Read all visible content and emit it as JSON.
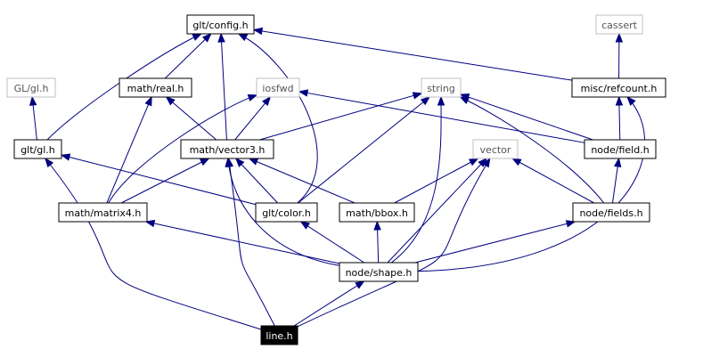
{
  "colors": {
    "edge": "#000080",
    "node_border": "#000000",
    "external_border": "#bfbfbf",
    "focus_fill": "#000000",
    "focus_text": "#ffffff"
  },
  "nodes": {
    "glt_config": {
      "label": "glt/config.h",
      "kind": "file"
    },
    "cassert": {
      "label": "cassert",
      "kind": "external"
    },
    "gl_gl": {
      "label": "GL/gl.h",
      "kind": "external"
    },
    "math_real": {
      "label": "math/real.h",
      "kind": "file"
    },
    "iosfwd": {
      "label": "iosfwd",
      "kind": "external"
    },
    "string": {
      "label": "string",
      "kind": "external"
    },
    "misc_refcount": {
      "label": "misc/refcount.h",
      "kind": "file"
    },
    "glt_gl": {
      "label": "glt/gl.h",
      "kind": "file"
    },
    "math_vector3": {
      "label": "math/vector3.h",
      "kind": "file"
    },
    "vector": {
      "label": "vector",
      "kind": "external"
    },
    "node_field": {
      "label": "node/field.h",
      "kind": "file"
    },
    "math_matrix4": {
      "label": "math/matrix4.h",
      "kind": "file"
    },
    "glt_color": {
      "label": "glt/color.h",
      "kind": "file"
    },
    "math_bbox": {
      "label": "math/bbox.h",
      "kind": "file"
    },
    "node_fields": {
      "label": "node/fields.h",
      "kind": "file"
    },
    "node_shape": {
      "label": "node/shape.h",
      "kind": "file"
    },
    "line": {
      "label": "line.h",
      "kind": "focus"
    }
  },
  "edges": [
    [
      "glt_gl",
      "glt_config"
    ],
    [
      "glt_gl",
      "gl_gl"
    ],
    [
      "math_real",
      "glt_config"
    ],
    [
      "math_vector3",
      "glt_config"
    ],
    [
      "math_vector3",
      "math_real"
    ],
    [
      "math_vector3",
      "iosfwd"
    ],
    [
      "math_vector3",
      "string"
    ],
    [
      "misc_refcount",
      "glt_config"
    ],
    [
      "misc_refcount",
      "cassert"
    ],
    [
      "node_field",
      "misc_refcount"
    ],
    [
      "node_field",
      "string"
    ],
    [
      "node_field",
      "iosfwd"
    ],
    [
      "node_fields",
      "node_field"
    ],
    [
      "node_fields",
      "vector"
    ],
    [
      "node_fields",
      "string"
    ],
    [
      "math_matrix4",
      "math_real"
    ],
    [
      "math_matrix4",
      "math_vector3"
    ],
    [
      "math_matrix4",
      "iosfwd"
    ],
    [
      "glt_color",
      "glt_config"
    ],
    [
      "glt_color",
      "math_vector3"
    ],
    [
      "glt_color",
      "glt_gl"
    ],
    [
      "glt_color",
      "string"
    ],
    [
      "math_bbox",
      "math_vector3"
    ],
    [
      "math_bbox",
      "vector"
    ],
    [
      "node_shape",
      "math_matrix4"
    ],
    [
      "node_shape",
      "glt_color"
    ],
    [
      "node_shape",
      "math_bbox"
    ],
    [
      "node_shape",
      "math_vector3"
    ],
    [
      "node_shape",
      "string"
    ],
    [
      "node_shape",
      "vector"
    ],
    [
      "node_shape",
      "node_fields"
    ],
    [
      "node_shape",
      "misc_refcount"
    ],
    [
      "line",
      "node_shape"
    ],
    [
      "line",
      "glt_gl"
    ],
    [
      "line",
      "math_vector3"
    ],
    [
      "line",
      "vector"
    ]
  ]
}
